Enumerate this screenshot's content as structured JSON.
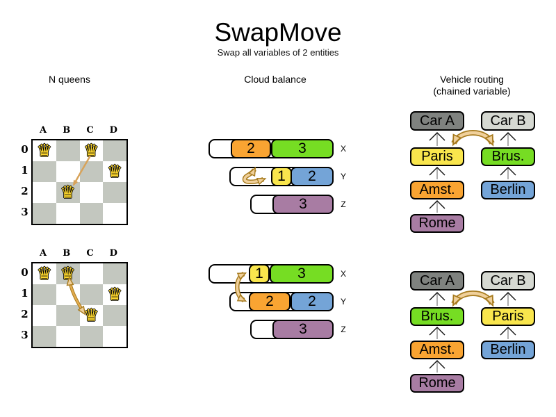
{
  "title": "SwapMove",
  "subtitle": "Swap all variables of 2 entities",
  "sections": {
    "nqueens": {
      "header": "N queens"
    },
    "cloud": {
      "header": "Cloud balance"
    },
    "vehicle": {
      "header": "Vehicle routing",
      "header2": "(chained variable)"
    }
  },
  "palette": {
    "orange": "#F9A432",
    "green": "#76DD23",
    "yellow": "#F9E64D",
    "blue": "#74A4D7",
    "purple": "#A87CA3",
    "car-dark": "#7F827F",
    "car-light": "#D6D9D2",
    "board-gray": "#C3C7BF",
    "arrow-fill": "#F0D09B",
    "arrow-stroke": "#A77B1E",
    "arrow-thin": "#D8A35A"
  },
  "nqueens": {
    "queen_glyph": "♛",
    "col_headers": [
      "A",
      "B",
      "C",
      "D"
    ],
    "row_headers": [
      "0",
      "1",
      "2",
      "3"
    ],
    "before": {
      "queens": [
        {
          "col": 0,
          "row": 0
        },
        {
          "col": 2,
          "row": 0
        },
        {
          "col": 3,
          "row": 1
        },
        {
          "col": 1,
          "row": 2
        }
      ]
    },
    "after": {
      "queens": [
        {
          "col": 0,
          "row": 0
        },
        {
          "col": 1,
          "row": 0
        },
        {
          "col": 3,
          "row": 1
        },
        {
          "col": 2,
          "row": 2
        }
      ]
    }
  },
  "cloud": {
    "row_labels": [
      "X",
      "Y",
      "Z"
    ],
    "before": {
      "X": [
        {
          "value": "2",
          "color": "orange"
        },
        {
          "value": "3",
          "color": "green"
        }
      ],
      "Y": [
        {
          "value": "1",
          "color": "yellow"
        },
        {
          "value": "2",
          "color": "blue"
        }
      ],
      "Z": [
        {
          "value": "3",
          "color": "purple"
        }
      ]
    },
    "after": {
      "X": [
        {
          "value": "1",
          "color": "yellow"
        },
        {
          "value": "3",
          "color": "green"
        }
      ],
      "Y": [
        {
          "value": "2",
          "color": "orange"
        },
        {
          "value": "2",
          "color": "blue"
        }
      ],
      "Z": [
        {
          "value": "3",
          "color": "purple"
        }
      ]
    }
  },
  "vehicle": {
    "before": {
      "chain_a": [
        "Car A",
        "Paris",
        "Amst.",
        "Rome"
      ],
      "chain_b": [
        "Car B",
        "Brus.",
        "Berlin"
      ]
    },
    "after": {
      "chain_a": [
        "Car A",
        "Brus.",
        "Amst.",
        "Rome"
      ],
      "chain_b": [
        "Car B",
        "Paris",
        "Berlin"
      ]
    }
  }
}
